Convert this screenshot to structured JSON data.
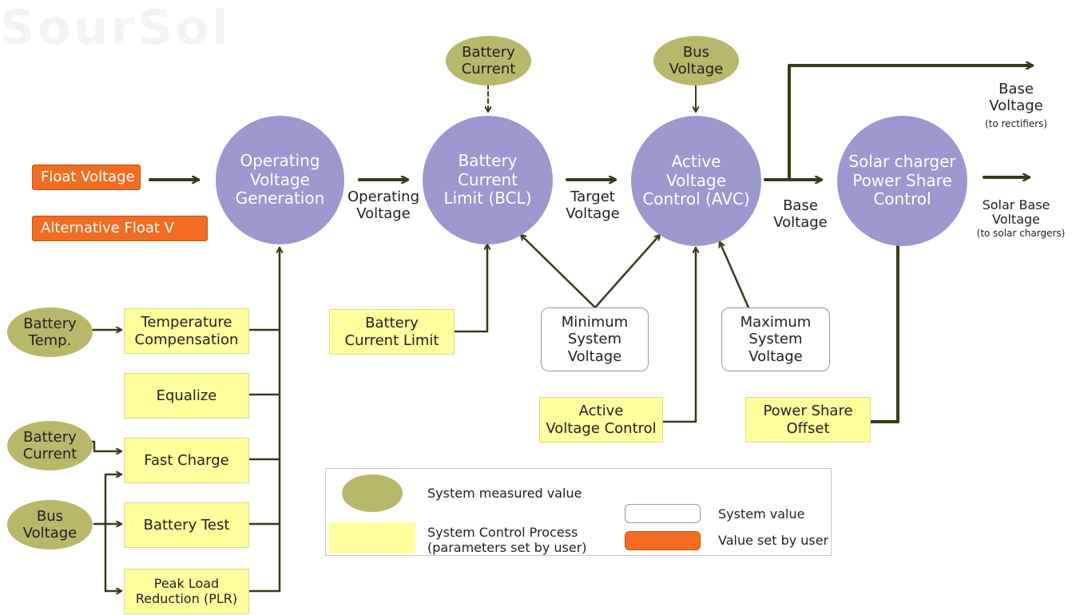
{
  "watermark": "SourSol",
  "circles": {
    "ovg": "Operating\nVoltage\nGeneration",
    "bcl": "Battery\nCurrent\nLimit (BCL)",
    "avc": "Active\nVoltage\nControl (AVC)",
    "solar": "Solar charger\nPower Share\nControl"
  },
  "measured": {
    "bat_current_top": "Battery\nCurrent",
    "bus_voltage_top": "Bus\nVoltage",
    "bat_temp": "Battery\nTemp.",
    "bat_current_left": "Battery\nCurrent",
    "bus_voltage_left": "Bus\nVoltage"
  },
  "user_values": {
    "float_voltage": "Float Voltage",
    "alt_float": "Alternative Float V"
  },
  "processes": {
    "temp_comp": "Temperature\nCompensation",
    "equalize": "Equalize",
    "fast_charge": "Fast Charge",
    "battery_test": "Battery Test",
    "plr": "Peak Load\nReduction (PLR)",
    "bat_current_limit": "Battery\nCurrent Limit",
    "active_voltage_control": "Active\nVoltage Control",
    "power_share_offset": "Power Share\nOffset"
  },
  "system_values": {
    "min_sys_voltage": "Minimum\nSystem\nVoltage",
    "max_sys_voltage": "Maximum\nSystem\nVoltage"
  },
  "labels": {
    "operating_voltage": "Operating\nVoltage",
    "target_voltage": "Target\nVoltage",
    "base_voltage": "Base\nVoltage",
    "base_voltage_top": "Base\nVoltage",
    "to_rectifiers": "(to rectifiers)",
    "solar_base_voltage": "Solar Base\nVoltage",
    "to_solar_chargers": "(to solar chargers)"
  },
  "legend": {
    "measured": "System measured value",
    "system_value": "System value",
    "control_process": "System Control Process\n(parameters set by user)",
    "user_value": "Value set by user"
  },
  "colors": {
    "circle": "#9a98cf",
    "measured": "#b8b86a",
    "process": "#ffff9d",
    "user": "#f26d21",
    "wire": "#3a3a1a"
  }
}
